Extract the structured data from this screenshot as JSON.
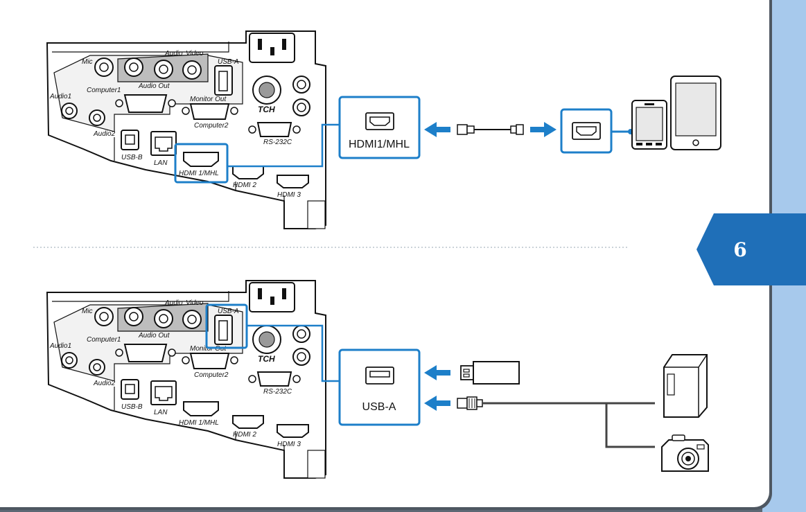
{
  "page_tab": {
    "number": "6"
  },
  "top_panel": {
    "callout_label": "HDMI1/MHL",
    "projector_labels": {
      "mic": "Mic",
      "audio": "Audio",
      "video": "Video",
      "usb_a": "USB-A",
      "audio_out": "Audio Out",
      "computer1": "Computer1",
      "monitor_out": "Monitor Out",
      "computer2": "Computer2",
      "audio1": "Audio1",
      "audio2": "Audio2",
      "usb_b": "USB-B",
      "lan": "LAN",
      "hdmi1": "HDMI 1/MHL",
      "hdmi2": "HDMI 2",
      "hdmi3": "HDMI 3",
      "rs232c": "RS-232C",
      "tch": "TCH"
    }
  },
  "bottom_panel": {
    "callout_label": "USB-A",
    "projector_labels": {
      "mic": "Mic",
      "audio": "Audio",
      "video": "Video",
      "usb_a": "USB-A",
      "audio_out": "Audio Out",
      "computer1": "Computer1",
      "monitor_out": "Monitor Out",
      "computer2": "Computer2",
      "audio1": "Audio1",
      "audio2": "Audio2",
      "usb_b": "USB-B",
      "lan": "LAN",
      "hdmi1": "HDMI 1/MHL",
      "hdmi2": "HDMI 2",
      "hdmi3": "HDMI 3",
      "rs232c": "RS-232C",
      "tch": "TCH"
    }
  },
  "colors": {
    "accent_blue": "#1d7fc9",
    "sidebar": "#a7c9ec",
    "tab": "#1f6fb8"
  }
}
